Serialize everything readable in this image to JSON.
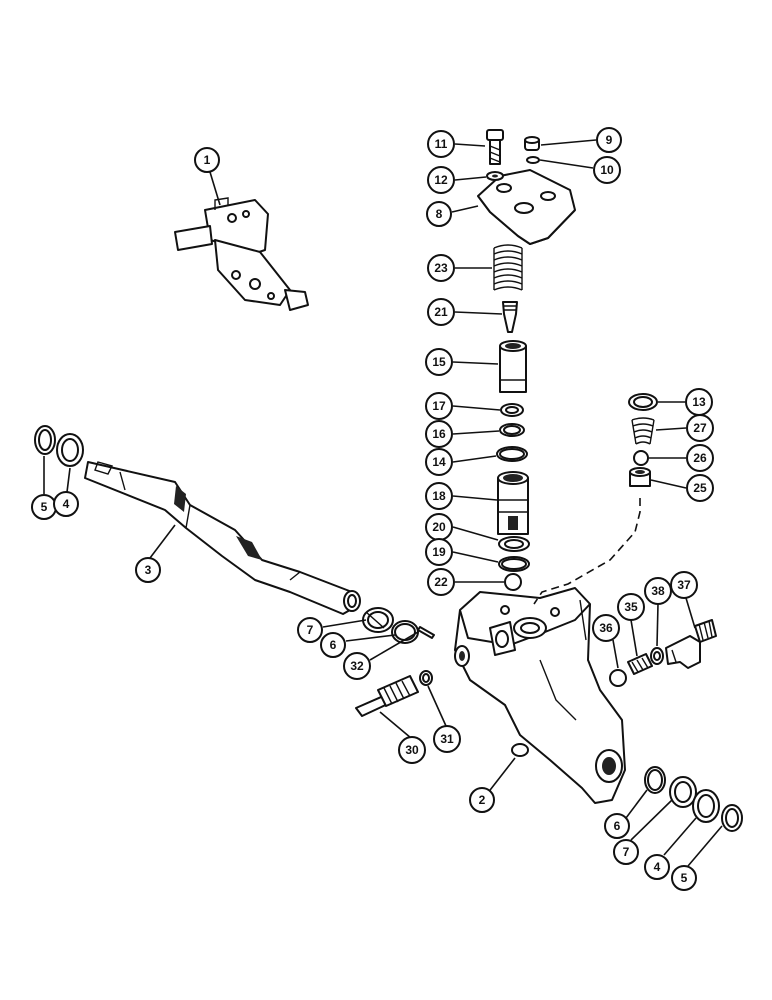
{
  "callouts": {
    "c1": "1",
    "c2": "2",
    "c3": "3",
    "c4a": "4",
    "c4b": "4",
    "c5a": "5",
    "c5b": "5",
    "c6a": "6",
    "c6b": "6",
    "c7a": "7",
    "c7b": "7",
    "c8": "8",
    "c9": "9",
    "c10": "10",
    "c11": "11",
    "c12": "12",
    "c13": "13",
    "c14": "14",
    "c15": "15",
    "c16": "16",
    "c17": "17",
    "c18": "18",
    "c19": "19",
    "c20": "20",
    "c21": "21",
    "c22": "22",
    "c23": "23",
    "c25": "25",
    "c26": "26",
    "c27": "27",
    "c30": "30",
    "c31": "31",
    "c32": "32",
    "c35": "35",
    "c36": "36",
    "c37": "37",
    "c38": "38"
  }
}
